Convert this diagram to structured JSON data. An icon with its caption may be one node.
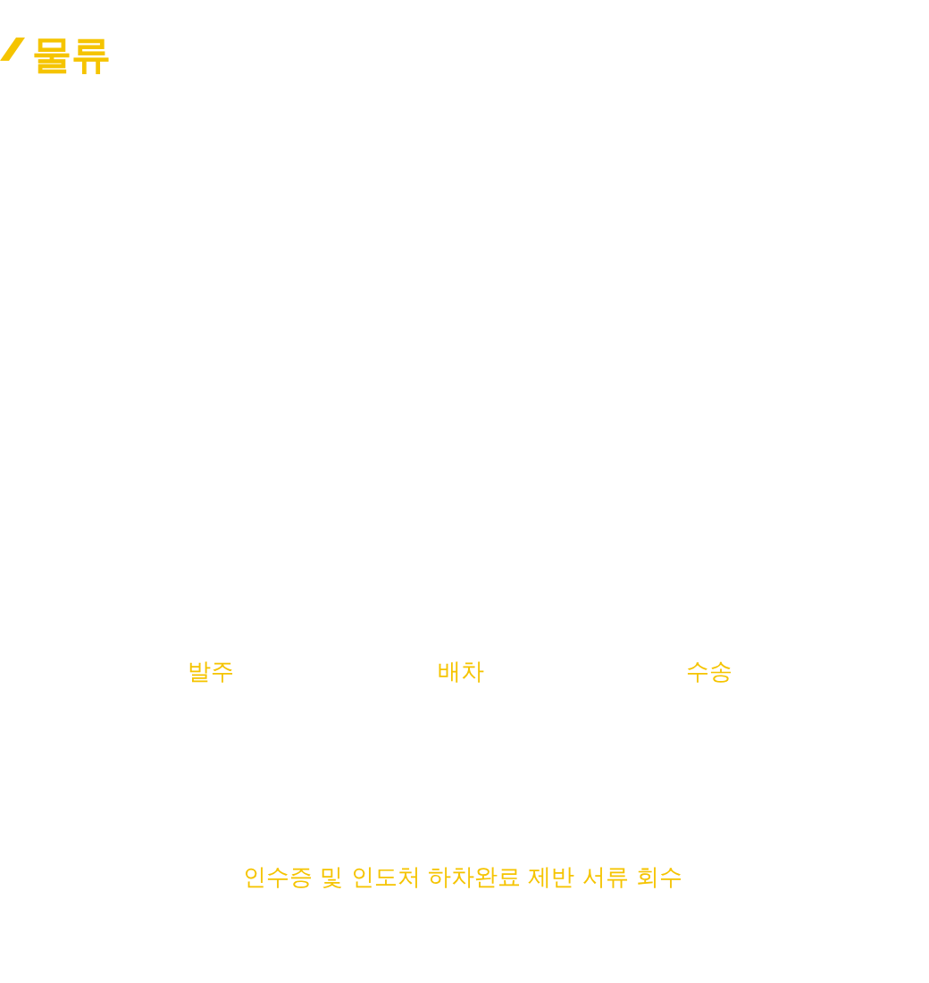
{
  "diagram": {
    "title": "물류",
    "labels": [
      "발주",
      "배차",
      "수송",
      "인수증 및 인도처 하차완료 제반 서류 회수"
    ]
  }
}
